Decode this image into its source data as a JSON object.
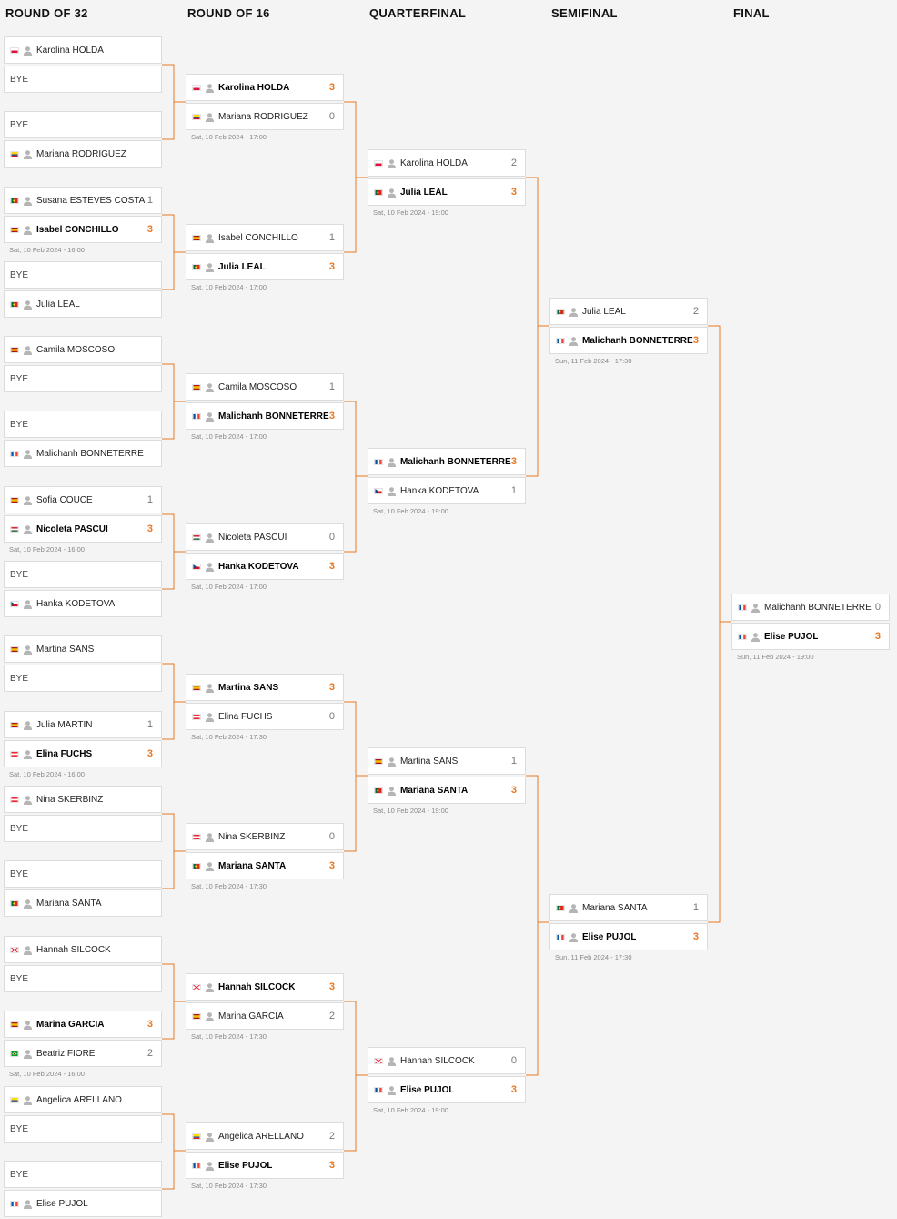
{
  "rounds": [
    "ROUND OF 32",
    "ROUND OF 16",
    "QUARTERFINAL",
    "SEMIFINAL",
    "FINAL"
  ],
  "colors": {
    "accent": "#e87722",
    "background": "#f4f4f4",
    "card": "#ffffff",
    "connector": "#e87722"
  },
  "flags": {
    "POL": [
      "#ffffff",
      "#dc143c"
    ],
    "COL": [
      "#fcd116",
      "#003893",
      "#ce1126"
    ],
    "POR": [
      "#046a38",
      "#da291c"
    ],
    "ESP": [
      "#aa151b",
      "#f1bf00",
      "#aa151b"
    ],
    "FRA": [
      "#0055a4",
      "#ffffff",
      "#ef4135"
    ],
    "HUN": [
      "#ce2939",
      "#ffffff",
      "#477050"
    ],
    "CZE": [
      "#ffffff",
      "#d7141a"
    ],
    "AUT": [
      "#ed2939",
      "#ffffff",
      "#ed2939"
    ],
    "JEY": [
      "saltire"
    ],
    "BRA": [
      "#009c3b",
      "#ffdf00"
    ],
    "ECU": [
      "#ffdd00",
      "#034ea2",
      "#ed1c24"
    ]
  },
  "r32": [
    {
      "a": {
        "name": "Karolina HOLDA",
        "flag": "POL"
      },
      "b": {
        "bye": "BYE"
      }
    },
    {
      "a": {
        "bye": "BYE"
      },
      "b": {
        "name": "Mariana RODRIGUEZ",
        "flag": "COL"
      }
    },
    {
      "a": {
        "name": "Susana ESTEVES COSTA",
        "flag": "POR",
        "score": "1"
      },
      "b": {
        "name": "Isabel CONCHILLO",
        "flag": "ESP",
        "score": "3",
        "win": true
      },
      "date": "Sat, 10 Feb 2024 - 16:00"
    },
    {
      "a": {
        "bye": "BYE"
      },
      "b": {
        "name": "Julia LEAL",
        "flag": "POR"
      }
    },
    {
      "a": {
        "name": "Camila MOSCOSO",
        "flag": "ESP"
      },
      "b": {
        "bye": "BYE"
      }
    },
    {
      "a": {
        "bye": "BYE"
      },
      "b": {
        "name": "Malichanh BONNETERRE",
        "flag": "FRA"
      }
    },
    {
      "a": {
        "name": "Sofia COUCE",
        "flag": "ESP",
        "score": "1"
      },
      "b": {
        "name": "Nicoleta PASCUI",
        "flag": "HUN",
        "score": "3",
        "win": true
      },
      "date": "Sat, 10 Feb 2024 - 16:00"
    },
    {
      "a": {
        "bye": "BYE"
      },
      "b": {
        "name": "Hanka KODETOVA",
        "flag": "CZE"
      }
    },
    {
      "a": {
        "name": "Martina SANS",
        "flag": "ESP"
      },
      "b": {
        "bye": "BYE"
      }
    },
    {
      "a": {
        "name": "Julia MARTIN",
        "flag": "ESP",
        "score": "1"
      },
      "b": {
        "name": "Elina FUCHS",
        "flag": "AUT",
        "score": "3",
        "win": true
      },
      "date": "Sat, 10 Feb 2024 - 16:00"
    },
    {
      "a": {
        "name": "Nina SKERBINZ",
        "flag": "AUT"
      },
      "b": {
        "bye": "BYE"
      }
    },
    {
      "a": {
        "bye": "BYE"
      },
      "b": {
        "name": "Mariana SANTA",
        "flag": "POR"
      }
    },
    {
      "a": {
        "name": "Hannah SILCOCK",
        "flag": "JEY"
      },
      "b": {
        "bye": "BYE"
      }
    },
    {
      "a": {
        "name": "Marina GARCIA",
        "flag": "ESP",
        "score": "3",
        "win": true
      },
      "b": {
        "name": "Beatriz FIORE",
        "flag": "BRA",
        "score": "2"
      },
      "date": "Sat, 10 Feb 2024 - 16:00"
    },
    {
      "a": {
        "name": "Angelica ARELLANO",
        "flag": "ECU"
      },
      "b": {
        "bye": "BYE"
      }
    },
    {
      "a": {
        "bye": "BYE"
      },
      "b": {
        "name": "Elise PUJOL",
        "flag": "FRA"
      }
    }
  ],
  "r16": [
    {
      "a": {
        "name": "Karolina HOLDA",
        "flag": "POL",
        "score": "3",
        "win": true
      },
      "b": {
        "name": "Mariana RODRIGUEZ",
        "flag": "COL",
        "score": "0"
      },
      "date": "Sat, 10 Feb 2024 - 17:00"
    },
    {
      "a": {
        "name": "Isabel CONCHILLO",
        "flag": "ESP",
        "score": "1"
      },
      "b": {
        "name": "Julia LEAL",
        "flag": "POR",
        "score": "3",
        "win": true
      },
      "date": "Sat, 10 Feb 2024 - 17:00"
    },
    {
      "a": {
        "name": "Camila MOSCOSO",
        "flag": "ESP",
        "score": "1"
      },
      "b": {
        "name": "Malichanh BONNETERRE",
        "flag": "FRA",
        "score": "3",
        "win": true
      },
      "date": "Sat, 10 Feb 2024 - 17:00"
    },
    {
      "a": {
        "name": "Nicoleta PASCUI",
        "flag": "HUN",
        "score": "0"
      },
      "b": {
        "name": "Hanka KODETOVA",
        "flag": "CZE",
        "score": "3",
        "win": true
      },
      "date": "Sat, 10 Feb 2024 - 17:00"
    },
    {
      "a": {
        "name": "Martina SANS",
        "flag": "ESP",
        "score": "3",
        "win": true
      },
      "b": {
        "name": "Elina FUCHS",
        "flag": "AUT",
        "score": "0"
      },
      "date": "Sat, 10 Feb 2024 - 17:30"
    },
    {
      "a": {
        "name": "Nina SKERBINZ",
        "flag": "AUT",
        "score": "0"
      },
      "b": {
        "name": "Mariana SANTA",
        "flag": "POR",
        "score": "3",
        "win": true
      },
      "date": "Sat, 10 Feb 2024 - 17:30"
    },
    {
      "a": {
        "name": "Hannah SILCOCK",
        "flag": "JEY",
        "score": "3",
        "win": true
      },
      "b": {
        "name": "Marina GARCIA",
        "flag": "ESP",
        "score": "2"
      },
      "date": "Sat, 10 Feb 2024 - 17:30"
    },
    {
      "a": {
        "name": "Angelica ARELLANO",
        "flag": "ECU",
        "score": "2"
      },
      "b": {
        "name": "Elise PUJOL",
        "flag": "FRA",
        "score": "3",
        "win": true
      },
      "date": "Sat, 10 Feb 2024 - 17:30"
    }
  ],
  "qf": [
    {
      "a": {
        "name": "Karolina HOLDA",
        "flag": "POL",
        "score": "2"
      },
      "b": {
        "name": "Julia LEAL",
        "flag": "POR",
        "score": "3",
        "win": true
      },
      "date": "Sat, 10 Feb 2024 - 19:00"
    },
    {
      "a": {
        "name": "Malichanh BONNETERRE",
        "flag": "FRA",
        "score": "3",
        "win": true
      },
      "b": {
        "name": "Hanka KODETOVA",
        "flag": "CZE",
        "score": "1"
      },
      "date": "Sat, 10 Feb 2024 - 19:00"
    },
    {
      "a": {
        "name": "Martina SANS",
        "flag": "ESP",
        "score": "1"
      },
      "b": {
        "name": "Mariana SANTA",
        "flag": "POR",
        "score": "3",
        "win": true
      },
      "date": "Sat, 10 Feb 2024 - 19:00"
    },
    {
      "a": {
        "name": "Hannah SILCOCK",
        "flag": "JEY",
        "score": "0"
      },
      "b": {
        "name": "Elise PUJOL",
        "flag": "FRA",
        "score": "3",
        "win": true
      },
      "date": "Sat, 10 Feb 2024 - 19:00"
    }
  ],
  "sf": [
    {
      "a": {
        "name": "Julia LEAL",
        "flag": "POR",
        "score": "2"
      },
      "b": {
        "name": "Malichanh BONNETERRE",
        "flag": "FRA",
        "score": "3",
        "win": true
      },
      "date": "Sun, 11 Feb 2024 - 17:30"
    },
    {
      "a": {
        "name": "Mariana SANTA",
        "flag": "POR",
        "score": "1"
      },
      "b": {
        "name": "Elise PUJOL",
        "flag": "FRA",
        "score": "3",
        "win": true
      },
      "date": "Sun, 11 Feb 2024 - 17:30"
    }
  ],
  "final": [
    {
      "a": {
        "name": "Malichanh BONNETERRE",
        "flag": "FRA",
        "score": "0"
      },
      "b": {
        "name": "Elise PUJOL",
        "flag": "FRA",
        "score": "3",
        "win": true
      },
      "date": "Sun, 11 Feb 2024 - 19:00"
    }
  ]
}
